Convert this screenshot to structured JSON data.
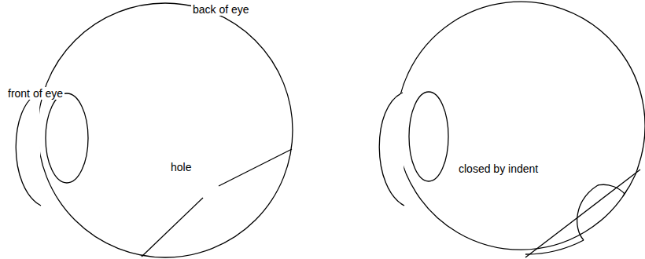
{
  "diagram": {
    "labels": [
      "front of eye",
      "back of eye",
      "hole",
      "closed by indent"
    ]
  }
}
